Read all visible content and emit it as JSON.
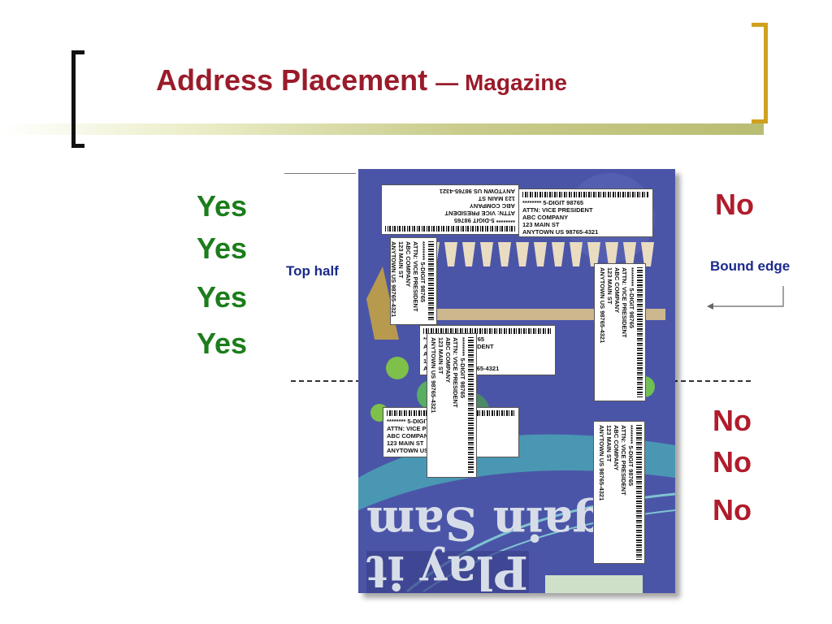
{
  "title": {
    "main": "Address Placement",
    "sub": "— Magazine"
  },
  "labels": {
    "yes": [
      "Yes",
      "Yes",
      "Yes",
      "Yes"
    ],
    "no": [
      "No",
      "No",
      "No",
      "No"
    ],
    "top_half": "Top half",
    "bound_edge": "Bound edge"
  },
  "address": {
    "line1": "******** 5-DIGIT 98765",
    "line2": "ATTN: VICE PRESIDENT",
    "line3": "ABC COMPANY",
    "line4": "123 MAIN ST",
    "line5": "ANYTOWN US 98765-4321"
  },
  "cover_text": "Play it Again Sam",
  "colors": {
    "title": "#9a1b2a",
    "yes": "#1b7d1b",
    "no": "#b01c2c",
    "note": "#1a2a8c",
    "cover": "#4b55a8"
  }
}
